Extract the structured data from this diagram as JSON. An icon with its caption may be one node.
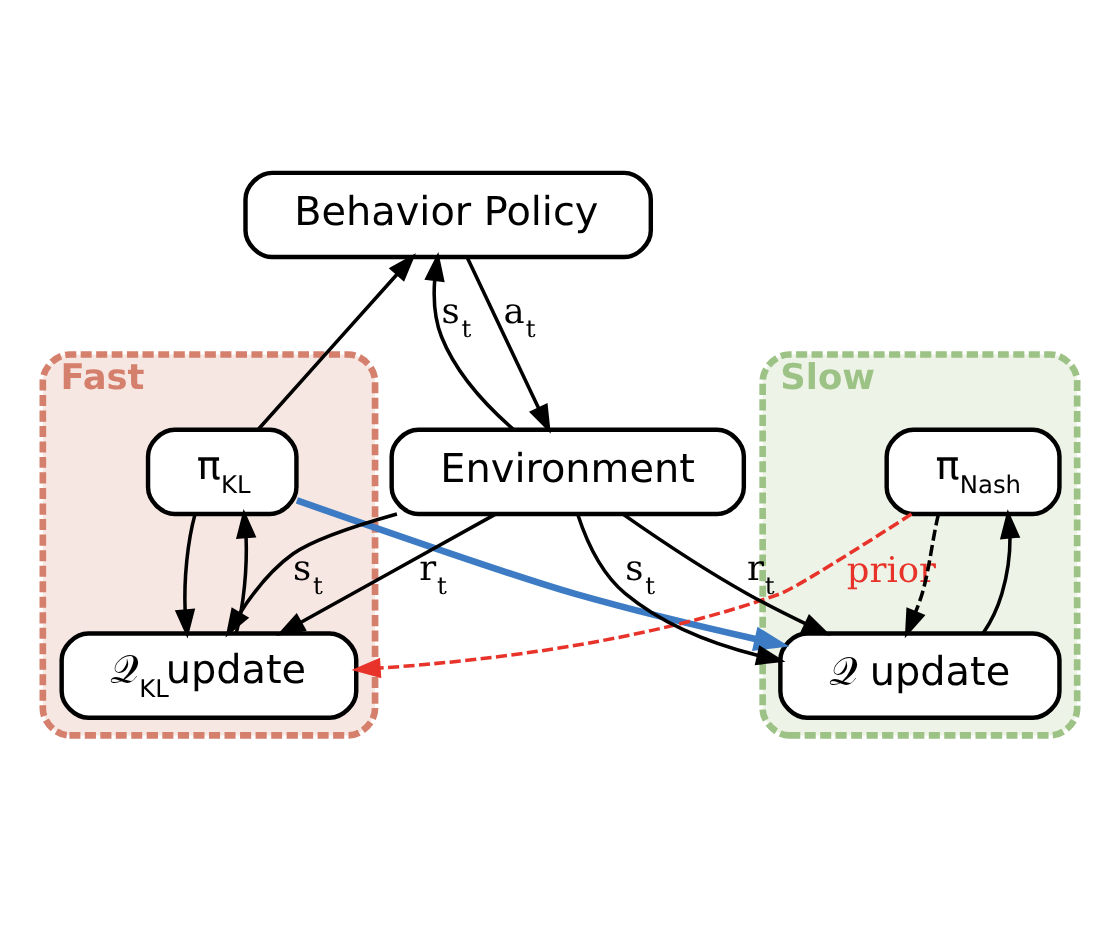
{
  "diagram": {
    "nodes": [
      {
        "text": [
          "Behavior Policy"
        ]
      },
      {
        "text": [
          "Fast"
        ]
      },
      {
        "text": [
          "π$_{KL}$"
        ],
        "in": 1
      },
      {
        "text": [
          "𝒬$_{KL}$update"
        ],
        "in": 1
      },
      {
        "text": [
          "Slow"
        ]
      },
      {
        "text": [
          "π$_{Nash}$"
        ],
        "in": 4
      },
      {
        "text": [
          "𝒬 update"
        ],
        "in": 4
      },
      {
        "text": [
          "Environment"
        ]
      }
    ],
    "edges": [
      {
        "from": 7,
        "to": 0,
        "arrow": "to",
        "label": "s$_{t}$"
      },
      {
        "from": 0,
        "to": 7,
        "arrow": "to",
        "label": "a$_{t}$"
      },
      {
        "from": 2,
        "to": 0,
        "arrow": "to"
      },
      {
        "from": 3,
        "to": 2,
        "arrow": "to"
      },
      {
        "from": 2,
        "to": 3,
        "arrow": "to"
      },
      {
        "from": 2,
        "to": 6,
        "arrow": "to",
        "style": "thick",
        "color": "#3d7cc4"
      },
      {
        "from": 5,
        "to": 3,
        "arrow": "to",
        "label": "prior",
        "style": "dashed",
        "color": "#e8332a"
      },
      {
        "from": 6,
        "to": 5,
        "arrow": "to"
      },
      {
        "from": 5,
        "to": 6,
        "arrow": "to",
        "style": "dashed"
      },
      {
        "from": 7,
        "to": 3,
        "arrow": "to",
        "label": "s$_{t}$"
      },
      {
        "from": 7,
        "to": 3,
        "arrow": "to",
        "label": "r$_{t}$"
      },
      {
        "from": 7,
        "to": 6,
        "arrow": "to",
        "label": "s$_{t}$"
      },
      {
        "from": 7,
        "to": 6,
        "arrow": "to",
        "label": "r$_{t}$"
      }
    ]
  }
}
